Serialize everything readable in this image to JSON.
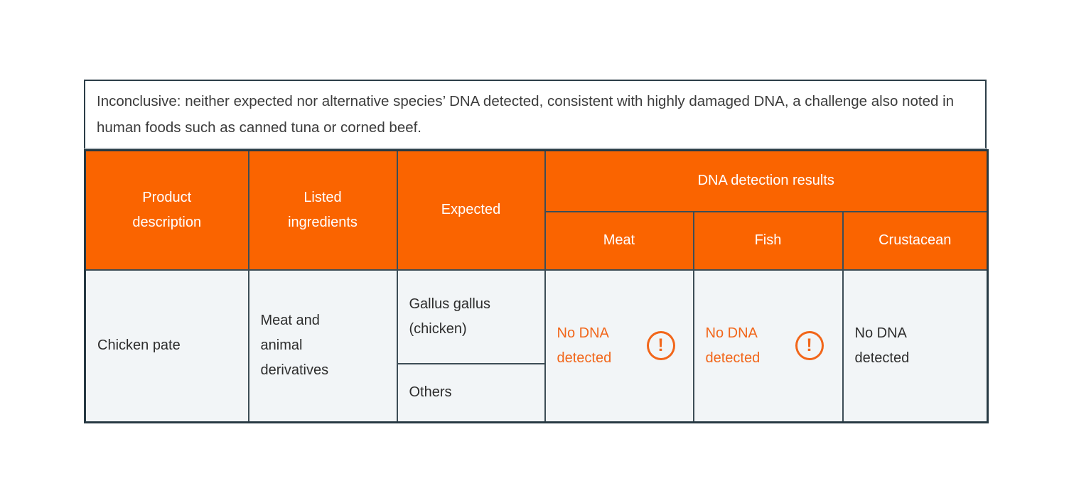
{
  "note": {
    "text": "Inconclusive: neither expected nor alternative species’ DNA detected, consistent with highly damaged DNA, a challenge also noted in human foods such as canned tuna or corned beef."
  },
  "table": {
    "header": {
      "product_description": "Product description",
      "listed_ingredients": "Listed ingredients",
      "expected": "Expected",
      "dna_detection_results": "DNA detection results",
      "meat": "Meat",
      "fish": "Fish",
      "crustacean": "Crustacean"
    },
    "rows": [
      {
        "product_description": "Chicken pate",
        "listed_ingredients": "Meat and animal derivatives",
        "expected_species": "Gallus gallus (chicken)",
        "expected_alternative": "Others",
        "meat_result": "No DNA detected",
        "fish_result": "No DNA detected",
        "crustacean_result": "No DNA detected"
      }
    ]
  },
  "icons": {
    "warning": "!"
  },
  "colors": {
    "header_orange": "#fa6400",
    "alert_orange": "#f2661a",
    "border_dark": "#3d4d56",
    "outer_border": "#273943",
    "cell_background": "#f2f5f7"
  }
}
